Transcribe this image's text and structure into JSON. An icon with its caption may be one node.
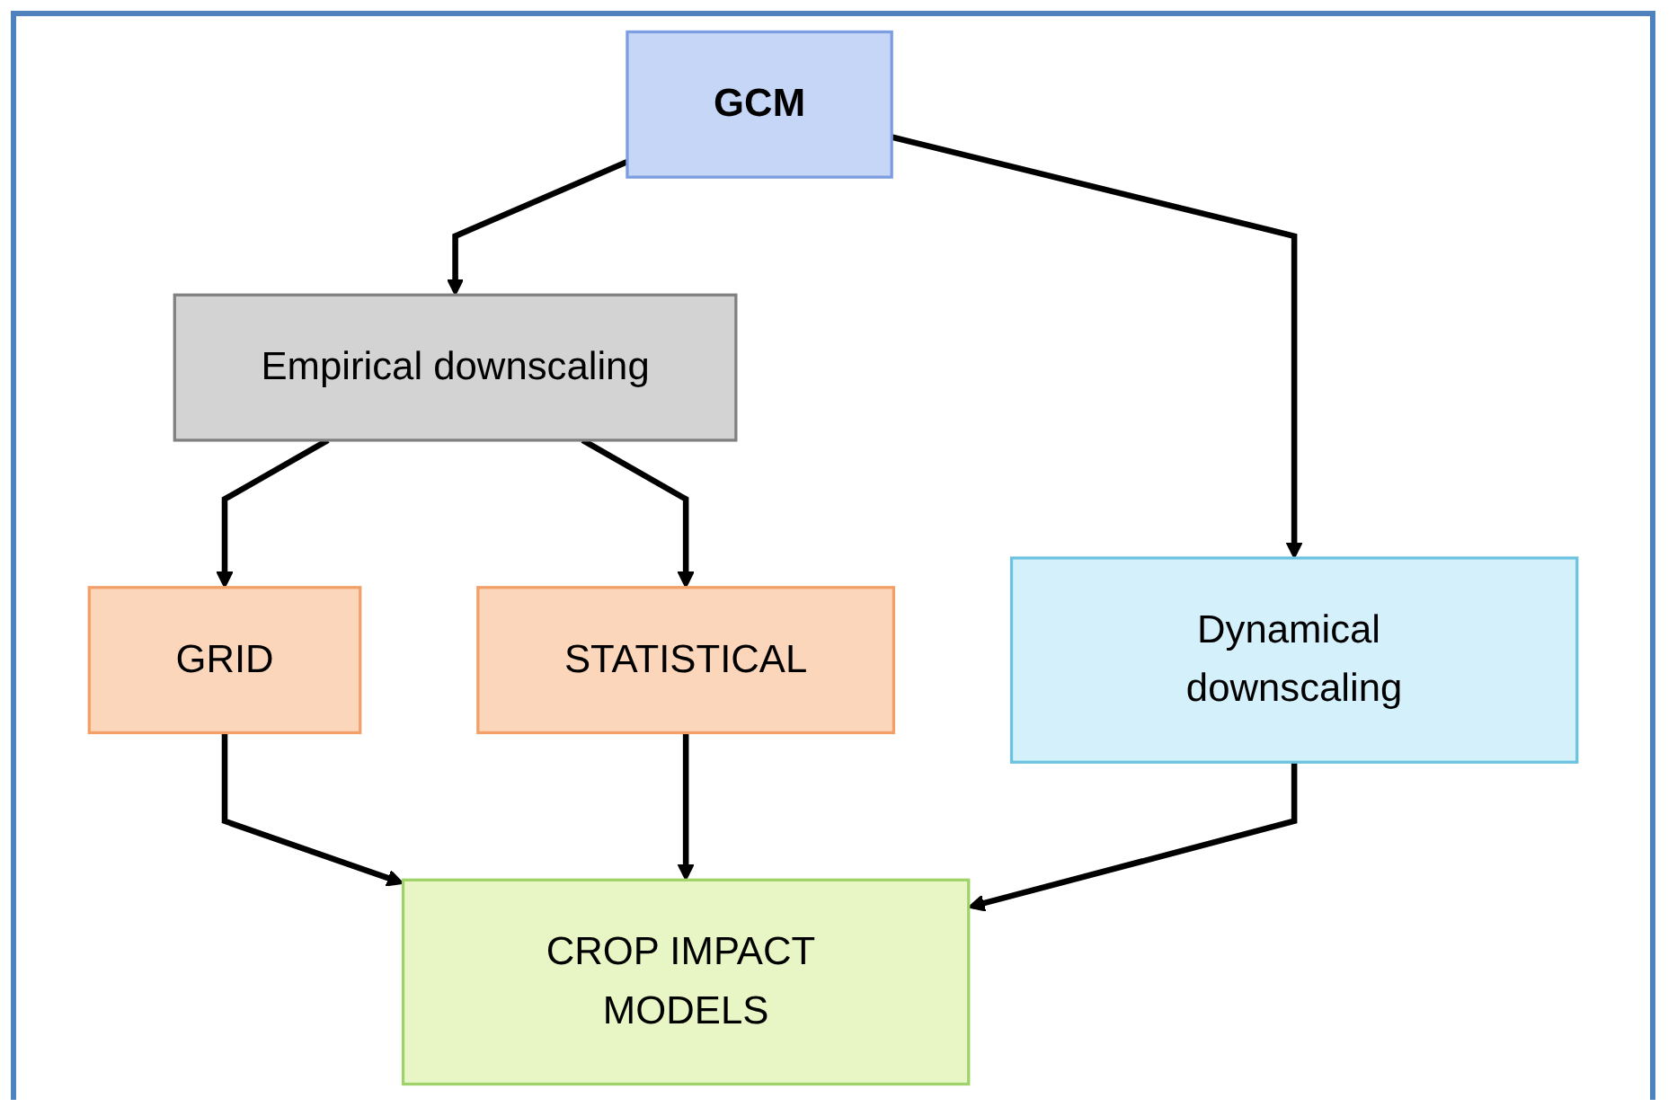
{
  "diagram": {
    "nodes": [
      {
        "text": [
          "GCM"
        ]
      },
      {
        "text": [
          "Empirical downscaling"
        ]
      },
      {
        "text": [
          "Dynamical downscaling"
        ]
      },
      {
        "text": [
          "GRID"
        ]
      },
      {
        "text": [
          "STATISTICAL"
        ]
      },
      {
        "text": [
          "CROP IMPACT MODELS"
        ]
      }
    ],
    "edges": [
      {
        "from": 0,
        "to": 1,
        "arrow": "to"
      },
      {
        "from": 0,
        "to": 2,
        "arrow": "to"
      },
      {
        "from": 1,
        "to": 3,
        "arrow": "to"
      },
      {
        "from": 1,
        "to": 4,
        "arrow": "to"
      },
      {
        "from": 3,
        "to": 5,
        "arrow": "to"
      },
      {
        "from": 4,
        "to": 5,
        "arrow": "to"
      },
      {
        "from": 2,
        "to": 5,
        "arrow": "to"
      }
    ]
  }
}
